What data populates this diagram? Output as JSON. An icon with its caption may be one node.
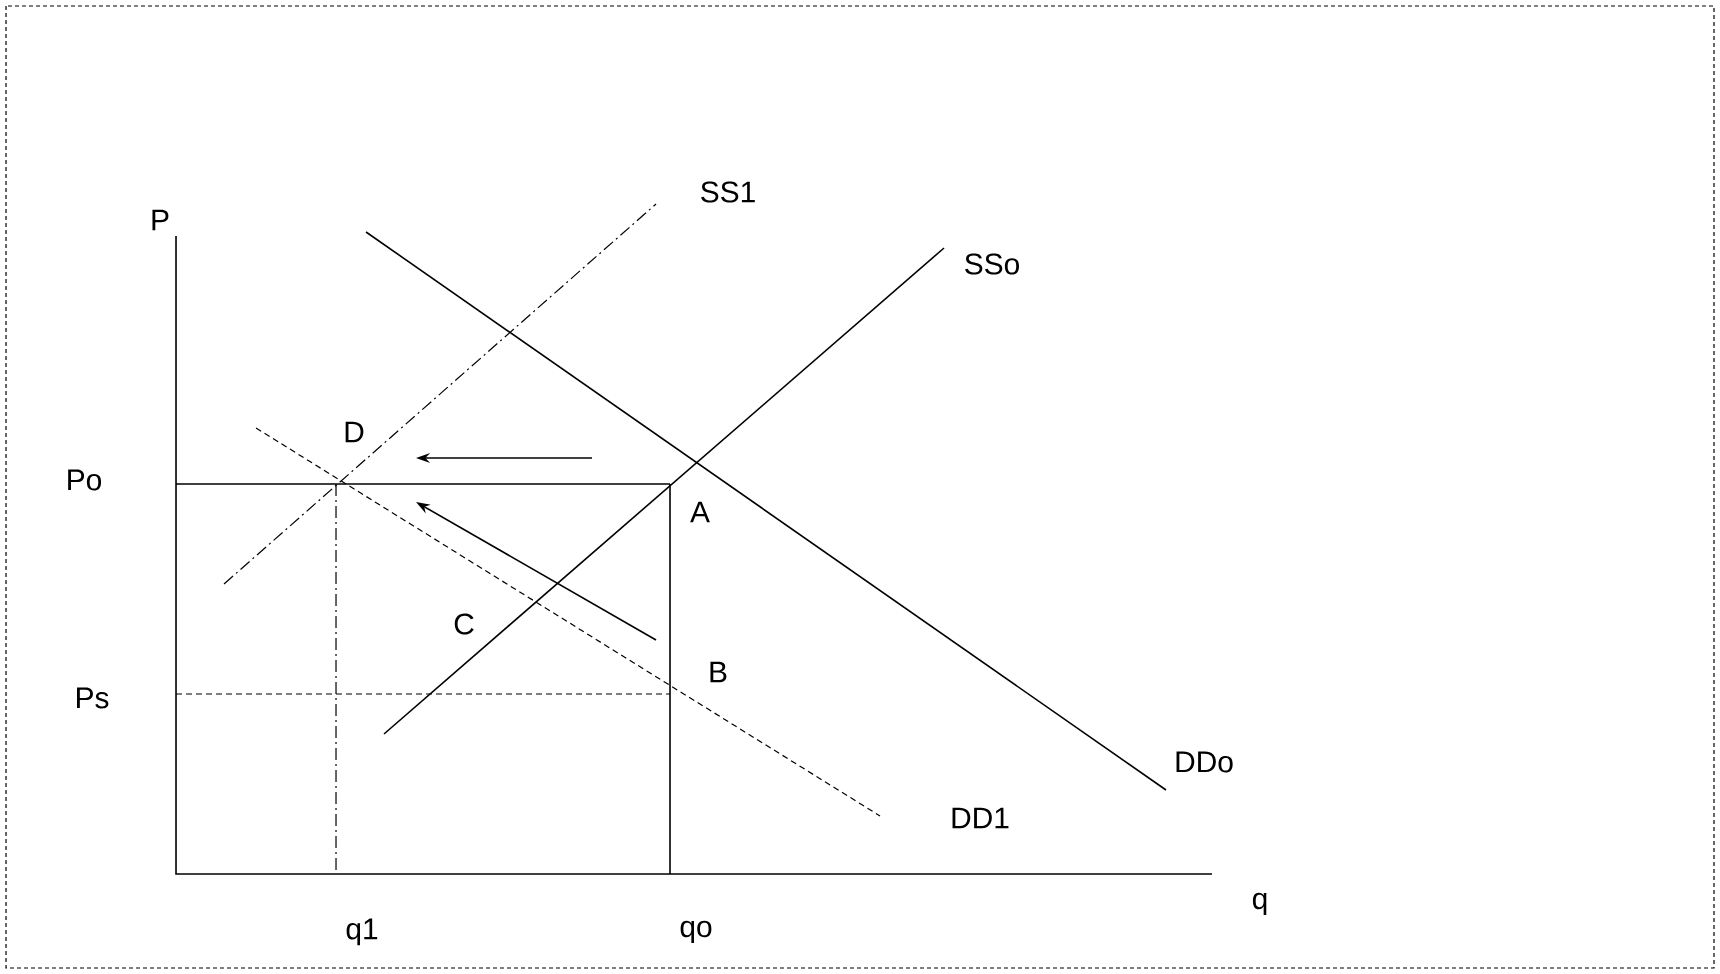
{
  "diagram": {
    "labels": [
      "SS1",
      "P",
      "SSo",
      "D",
      "Po",
      "A",
      "C",
      "B",
      "Ps",
      "DDo",
      "DD1",
      "q1",
      "qo",
      "q"
    ]
  }
}
